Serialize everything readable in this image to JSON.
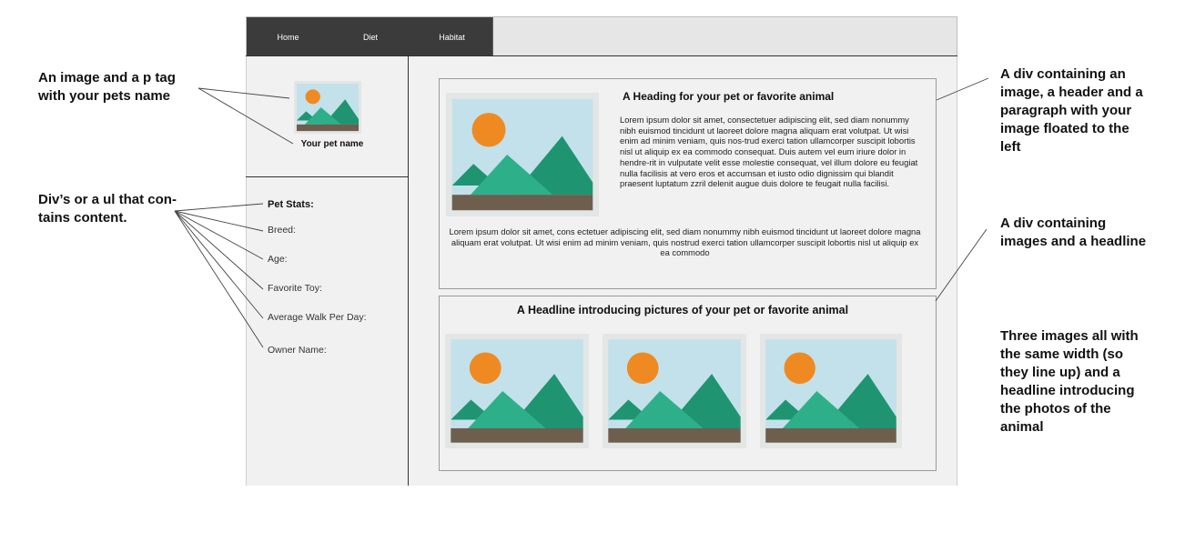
{
  "nav": {
    "items": [
      "Home",
      "Diet",
      "Habitat"
    ]
  },
  "sidebar": {
    "pet_name": "Your pet name",
    "stats_title": "Pet Stats:",
    "stats": [
      "Breed:",
      "Age:",
      "Favorite Toy:",
      "Average Walk Per Day:",
      "Owner Name:"
    ]
  },
  "main": {
    "section1": {
      "heading": "A Heading for your pet or favorite animal",
      "paragraph_wrapped": "Lorem ipsum dolor sit amet, consectetuer adipiscing elit, sed diam nonummy nibh euismod tincidunt ut laoreet dolore magna aliquam erat volutpat. Ut wisi enim ad minim veniam, quis nos-trud exerci tation ullamcorper suscipit lobortis nisl ut aliquip ex ea commodo consequat. Duis autem vel eum iriure dolor in hendre-rit in vulputate velit esse molestie consequat, vel illum dolore eu feugiat nulla facilisis at vero eros et accumsan et iusto odio dignissim qui blandit praesent luptatum zzril delenit augue duis dolore te feugait nulla facilisi.",
      "paragraph_full": "Lorem ipsum dolor sit amet, cons ectetuer adipiscing elit, sed diam nonummy nibh euismod tincidunt ut laoreet dolore magna aliquam erat volutpat. Ut wisi enim ad minim veniam, quis nostrud exerci tation ullamcorper suscipit lobortis nisl ut aliquip ex ea commodo"
    },
    "section2": {
      "heading": "A Headline introducing pictures of your pet or favorite animal"
    }
  },
  "annotations": {
    "image_ptag": [
      "An image and a p tag",
      "with your pets name"
    ],
    "divs_ul": [
      "Div’s or a ul that con-",
      "tains content."
    ],
    "div_image_header": [
      "A div containing an",
      "image, a header and a",
      "paragraph with your",
      "image floated to the",
      "left"
    ],
    "div_images_headline": [
      "A div containing",
      "images and a headline"
    ],
    "three_images": [
      "Three images all with",
      "the same width (so",
      "they line up) and a",
      "headline introducing",
      "the photos of the",
      "animal"
    ]
  },
  "colors": {
    "sky": "#c3e1ea",
    "sun": "#ef8a22",
    "mountain_dark": "#1f9471",
    "mountain_light": "#2db08a",
    "ground": "#6e5e4e",
    "nav_bg": "#3b3b3b"
  },
  "icons": [
    "landscape-image-icon"
  ]
}
